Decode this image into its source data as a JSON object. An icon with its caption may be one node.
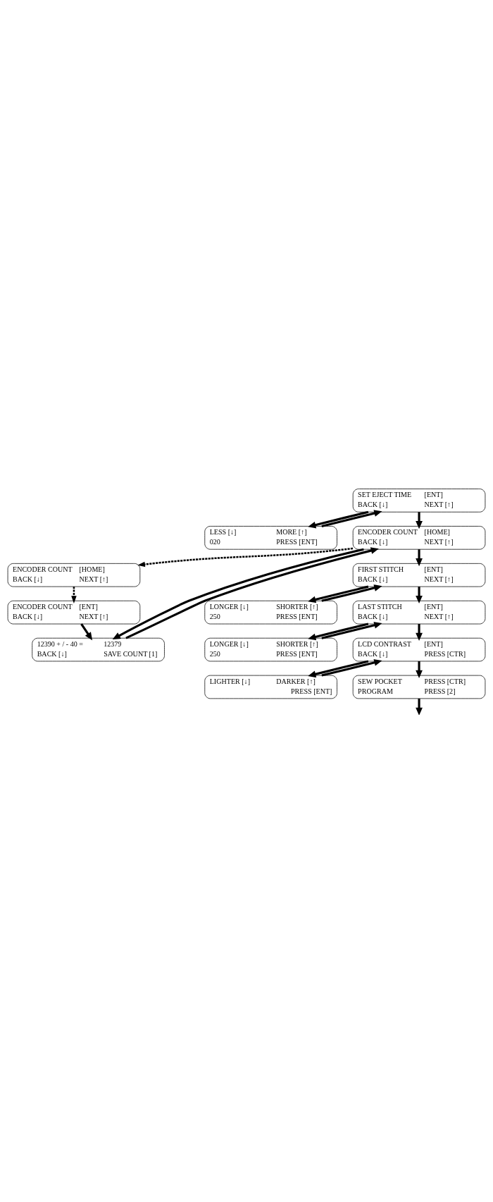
{
  "diagram": {
    "nodes": [
      {
        "text": [
          "SET EJECT TIME",
          "[ENT]",
          "BACK [↓]",
          "NEXT [↑]"
        ]
      },
      {
        "text": [
          "LESS [↓]",
          "MORE [↑]",
          "020",
          "PRESS [ENT]"
        ]
      },
      {
        "text": [
          "ENCODER COUNT",
          "[HOME]",
          "BACK [↓]",
          "NEXT [↑]"
        ]
      },
      {
        "text": [
          "ENCODER COUNT",
          "[HOME]",
          "BACK [↓]",
          "NEXT [↑]"
        ]
      },
      {
        "text": [
          "ENCODER COUNT",
          "[ENT]",
          "BACK [↓]",
          "NEXT [↑]"
        ]
      },
      {
        "text": [
          "12390 + / - 40 =",
          "12379",
          "BACK [↓]",
          "SAVE COUNT [1]"
        ]
      },
      {
        "text": [
          "FIRST STITCH",
          "[ENT]",
          "BACK [↓]",
          "NEXT [↑]"
        ]
      },
      {
        "text": [
          "LONGER [↓]",
          "SHORTER [↑]",
          "250",
          "PRESS [ENT]"
        ]
      },
      {
        "text": [
          "LAST STITCH",
          "[ENT]",
          "BACK [↓]",
          "NEXT [↑]"
        ]
      },
      {
        "text": [
          "LONGER [↓]",
          "SHORTER [↑]",
          "250",
          "PRESS [ENT]"
        ]
      },
      {
        "text": [
          "LCD CONTRAST",
          "[ENT]",
          "BACK [↓]",
          "PRESS [CTR]"
        ]
      },
      {
        "text": [
          "LIGHTER [↓]",
          "DARKER [↑]",
          "PRESS [ENT]"
        ]
      },
      {
        "text": [
          "SEW POCKET",
          "PRESS [CTR]",
          "PROGRAM",
          "PRESS [2]"
        ]
      }
    ],
    "edges": [
      {
        "from": 0,
        "to": 1,
        "arrow": "to"
      },
      {
        "from": 1,
        "to": 0,
        "arrow": "to"
      },
      {
        "from": 0,
        "to": 2,
        "arrow": "to"
      },
      {
        "from": 2,
        "to": 3,
        "arrow": "to",
        "style": "dashed"
      },
      {
        "from": 3,
        "to": 4,
        "arrow": "to",
        "style": "dashed"
      },
      {
        "from": 2,
        "to": 5,
        "arrow": "to"
      },
      {
        "from": 4,
        "to": 5,
        "arrow": "to"
      },
      {
        "from": 5,
        "to": 2,
        "arrow": "to"
      },
      {
        "from": 2,
        "to": 6,
        "arrow": "to"
      },
      {
        "from": 6,
        "to": 7,
        "arrow": "to"
      },
      {
        "from": 7,
        "to": 6,
        "arrow": "to"
      },
      {
        "from": 6,
        "to": 8,
        "arrow": "to"
      },
      {
        "from": 8,
        "to": 9,
        "arrow": "to"
      },
      {
        "from": 9,
        "to": 8,
        "arrow": "to"
      },
      {
        "from": 8,
        "to": 10,
        "arrow": "to"
      },
      {
        "from": 10,
        "to": 11,
        "arrow": "to"
      },
      {
        "from": 11,
        "to": 10,
        "arrow": "to"
      },
      {
        "from": 10,
        "to": 12,
        "arrow": "to"
      },
      {
        "from": 12,
        "to": null,
        "arrow": "to"
      }
    ]
  }
}
